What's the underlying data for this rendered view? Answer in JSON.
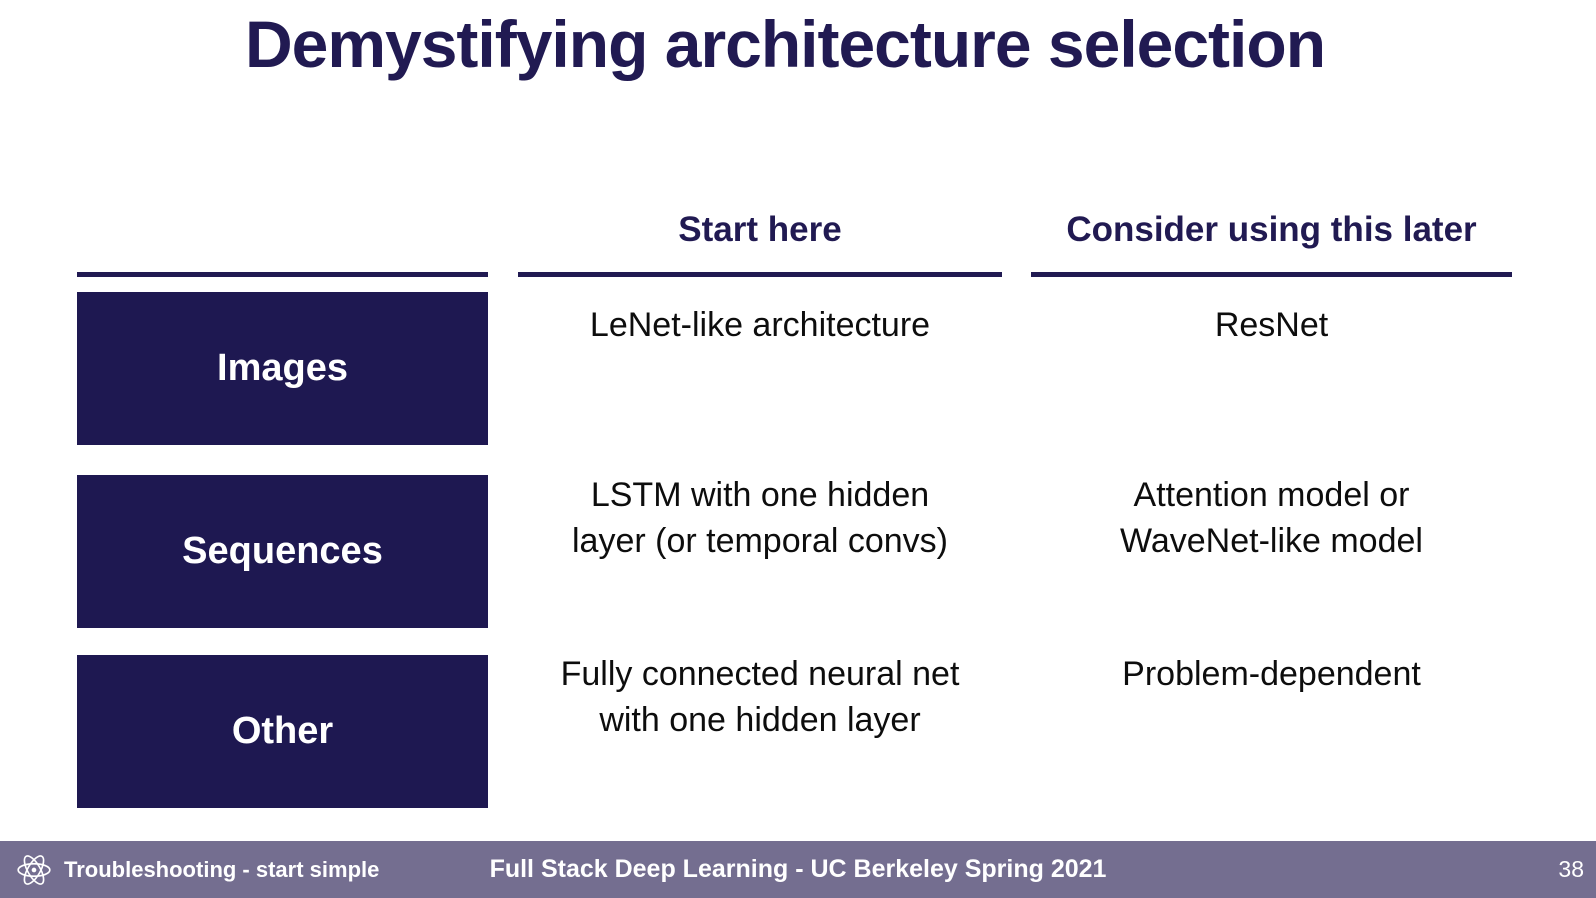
{
  "slide": {
    "title": "Demystifying architecture selection",
    "colors": {
      "heading_navy": "#211a52",
      "box_navy": "#1e1851",
      "footer_purple": "#746e90",
      "cell_text": "#0d0d0d",
      "background": "#ffffff",
      "box_label_white": "#ffffff"
    }
  },
  "table": {
    "column_headers": [
      {
        "label": "Start here"
      },
      {
        "label": "Consider using this later"
      }
    ],
    "rows": [
      {
        "label": "Images",
        "start_here": "LeNet-like architecture",
        "later": "ResNet"
      },
      {
        "label": "Sequences",
        "start_here": "LSTM with one hidden\nlayer (or temporal convs)",
        "later": "Attention model or\nWaveNet-like model"
      },
      {
        "label": "Other",
        "start_here": "Fully connected neural net\nwith one hidden layer",
        "later": "Problem-dependent"
      }
    ]
  },
  "footer": {
    "icon": "atom-icon",
    "left_label": "Troubleshooting - start simple",
    "center_label": "Full Stack Deep Learning - UC Berkeley Spring 2021",
    "page_number": "38"
  }
}
